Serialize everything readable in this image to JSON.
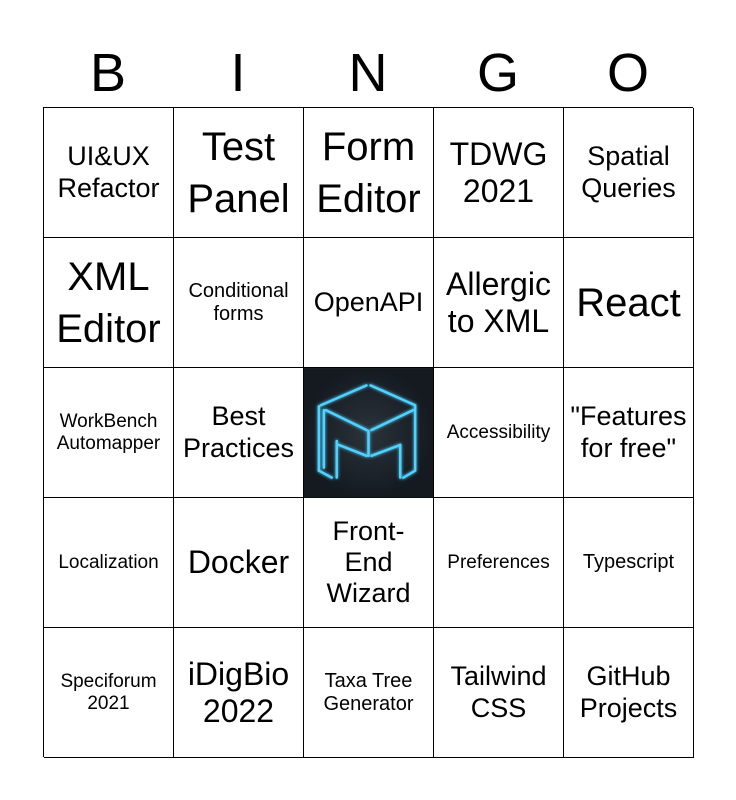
{
  "header": [
    "B",
    "I",
    "N",
    "G",
    "O"
  ],
  "cells": [
    {
      "text": "UI&UX\nRefactor",
      "size": "m"
    },
    {
      "text": "Test\nPanel",
      "size": "xl"
    },
    {
      "text": "Form\nEditor",
      "size": "xl"
    },
    {
      "text": "TDWG\n2021",
      "size": "l"
    },
    {
      "text": "Spatial\nQueries",
      "size": "m"
    },
    {
      "text": "XML\nEditor",
      "size": "xl"
    },
    {
      "text": "Conditional\nforms",
      "size": "s"
    },
    {
      "text": "OpenAPI",
      "size": "m"
    },
    {
      "text": "Allergic\nto XML",
      "size": "l"
    },
    {
      "text": "React",
      "size": "xl"
    },
    {
      "text": "WorkBench\nAutomapper",
      "size": "xs"
    },
    {
      "text": "Best\nPractices",
      "size": "m"
    },
    {
      "text": "",
      "free": true,
      "icon": "specify-logo-icon"
    },
    {
      "text": "Accessibility",
      "size": "xs"
    },
    {
      "text": "\"Features\nfor free\"",
      "size": "m"
    },
    {
      "text": "Localization",
      "size": "xs"
    },
    {
      "text": "Docker",
      "size": "l"
    },
    {
      "text": "Front-\nEnd\nWizard",
      "size": "m"
    },
    {
      "text": "Preferences",
      "size": "xs"
    },
    {
      "text": "Typescript",
      "size": "s"
    },
    {
      "text": "Speciforum\n2021",
      "size": "xs"
    },
    {
      "text": "iDigBio\n2022",
      "size": "l"
    },
    {
      "text": "Taxa Tree\nGenerator",
      "size": "s"
    },
    {
      "text": "Tailwind\nCSS",
      "size": "m"
    },
    {
      "text": "GitHub\nProjects",
      "size": "m"
    }
  ],
  "colors": {
    "logo_bg": "#1a2129",
    "logo_line": "#4fd2ff"
  }
}
